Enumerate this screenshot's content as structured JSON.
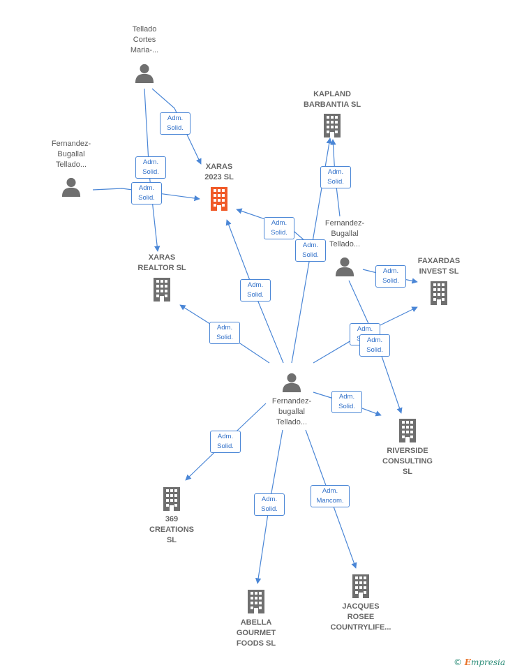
{
  "colors": {
    "edge": "#4a86d6",
    "person_icon": "#6f6f6f",
    "company_icon": "#6f6f6f",
    "focus_icon": "#f05a28"
  },
  "nodes": [
    {
      "id": "xaras2023",
      "kind": "focus",
      "icon": "building-icon",
      "lines": [
        "XARAS",
        "2023  SL"
      ]
    },
    {
      "id": "tellado",
      "kind": "person",
      "icon": "person-icon",
      "lines": [
        "Tellado",
        "Cortes",
        "Maria-..."
      ]
    },
    {
      "id": "fb_left",
      "kind": "person",
      "icon": "person-icon",
      "lines": [
        "Fernandez-",
        "Bugallal",
        "Tellado..."
      ]
    },
    {
      "id": "kapland",
      "kind": "company",
      "icon": "building-icon",
      "lines": [
        "KAPLAND",
        "BARBANTIA  SL"
      ]
    },
    {
      "id": "fb_mid",
      "kind": "person",
      "icon": "person-icon",
      "lines": [
        "Fernandez-",
        "Bugallal",
        "Tellado..."
      ]
    },
    {
      "id": "faxardas",
      "kind": "company",
      "icon": "building-icon",
      "lines": [
        "FAXARDAS",
        "INVEST  SL"
      ]
    },
    {
      "id": "xarasrealtor",
      "kind": "company",
      "icon": "building-icon",
      "lines": [
        "XARAS",
        "REALTOR  SL"
      ]
    },
    {
      "id": "fb_center",
      "kind": "person",
      "icon": "person-icon",
      "lines": [
        "Fernandez-",
        "bugallal",
        "Tellado..."
      ]
    },
    {
      "id": "riverside",
      "kind": "company",
      "icon": "building-icon",
      "lines": [
        "RIVERSIDE",
        "CONSULTING",
        "SL"
      ]
    },
    {
      "id": "creations",
      "kind": "company",
      "icon": "building-icon",
      "lines": [
        "369",
        "CREATIONS",
        "SL"
      ]
    },
    {
      "id": "abella",
      "kind": "company",
      "icon": "building-icon",
      "lines": [
        "ABELLA",
        "GOURMET",
        "FOODS SL"
      ]
    },
    {
      "id": "jacques",
      "kind": "company",
      "icon": "building-icon",
      "lines": [
        "JACQUES",
        "ROSEE",
        "COUNTRYLIFE..."
      ]
    }
  ],
  "edges": [
    {
      "from": "tellado",
      "to": "xaras2023",
      "lines": [
        "Adm.",
        "Solid."
      ]
    },
    {
      "from": "tellado",
      "to": "xarasrealtor",
      "lines": [
        "Adm.",
        "Solid."
      ]
    },
    {
      "from": "fb_left",
      "to": "xaras2023",
      "lines": [
        "Adm.",
        "Solid."
      ]
    },
    {
      "from": "fb_mid",
      "to": "xaras2023",
      "lines": [
        "Adm.",
        "Solid."
      ]
    },
    {
      "from": "fb_mid",
      "to": "kapland",
      "lines": [
        "Adm.",
        "Solid."
      ]
    },
    {
      "from": "fb_center",
      "to": "kapland",
      "lines": [
        "Adm.",
        "Solid."
      ]
    },
    {
      "from": "fb_mid",
      "to": "faxardas",
      "lines": [
        "Adm.",
        "Solid."
      ]
    },
    {
      "from": "fb_center",
      "to": "xaras2023",
      "lines": [
        "Adm.",
        "Solid."
      ]
    },
    {
      "from": "fb_center",
      "to": "xarasrealtor",
      "lines": [
        "Adm.",
        "Solid."
      ]
    },
    {
      "from": "fb_center",
      "to": "faxardas",
      "lines": [
        "Adm.",
        "Solid."
      ]
    },
    {
      "from": "fb_mid",
      "to": "riverside",
      "lines": [
        "Adm.",
        "Solid."
      ]
    },
    {
      "from": "fb_center",
      "to": "riverside",
      "lines": [
        "Adm.",
        "Solid."
      ]
    },
    {
      "from": "fb_center",
      "to": "creations",
      "lines": [
        "Adm.",
        "Solid."
      ]
    },
    {
      "from": "fb_center",
      "to": "abella",
      "lines": [
        "Adm.",
        "Solid."
      ]
    },
    {
      "from": "fb_center",
      "to": "jacques",
      "lines": [
        "Adm.",
        "Mancom."
      ]
    }
  ],
  "brand": {
    "copyright": "©",
    "e": "E",
    "rest": "mpresia"
  }
}
